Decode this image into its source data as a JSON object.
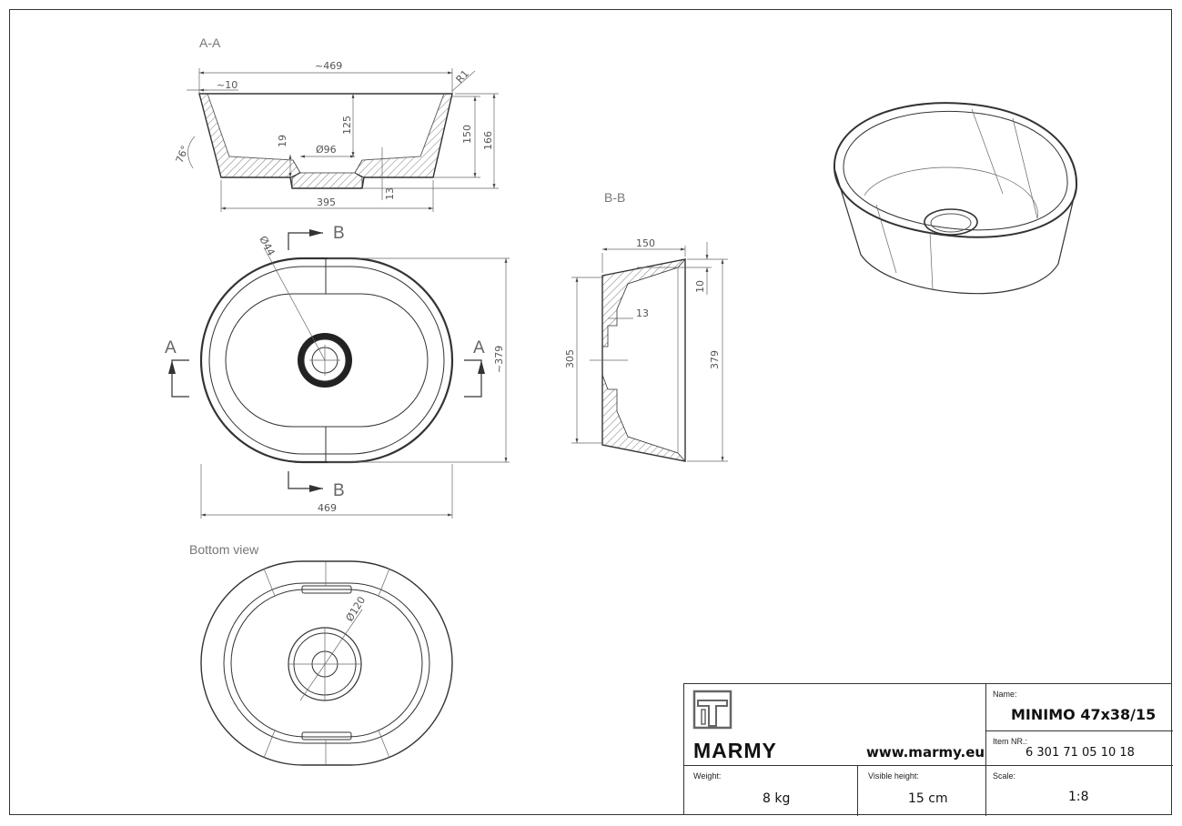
{
  "sections": {
    "aa_label": "A-A",
    "bb_label": "B-B",
    "bottom_label": "Bottom view",
    "cut_a_left": "A",
    "cut_a_right": "A",
    "cut_b_top": "B",
    "cut_b_bottom": "B"
  },
  "dims_aa": {
    "overall_width": "~469",
    "rim": "~10",
    "radius": "R1",
    "angle": "76°",
    "d19": "19",
    "drain": "Ø96",
    "d125": "125",
    "d150": "150",
    "d166": "166",
    "d13": "13",
    "base": "395"
  },
  "dims_plan": {
    "hole": "Ø44",
    "width": "469",
    "depth": "~379"
  },
  "dims_bb": {
    "top": "150",
    "rim": "10",
    "d13": "13",
    "inner": "305",
    "outer": "379"
  },
  "dims_bottom": {
    "ring": "Ø120"
  },
  "title_block": {
    "brand": "MARMY",
    "website": "www.marmy.eu",
    "name_label": "Name:",
    "name": "MINIMO 47x38/15",
    "item_label": "Item NR.:",
    "item": "6 301 71 05 10 18",
    "weight_label": "Weight:",
    "weight": "8 kg",
    "visible_height_label": "Visible height:",
    "visible_height": "15 cm",
    "scale_label": "Scale:",
    "scale": "1:8"
  }
}
